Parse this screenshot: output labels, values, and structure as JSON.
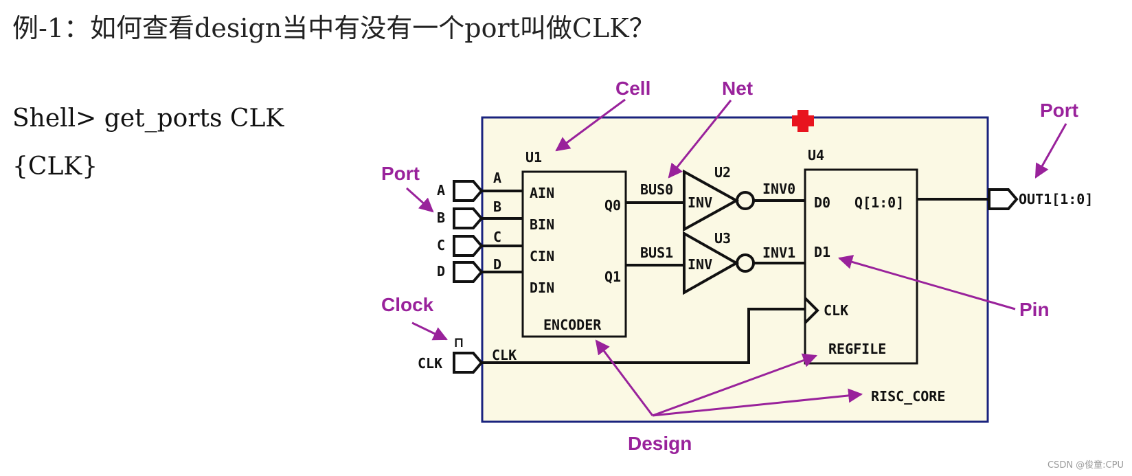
{
  "heading": "例-1：如何查看design当中有没有一个port叫做CLK？",
  "command": "Shell> get_ports CLK",
  "result": "{CLK}",
  "watermark": "CSDN @俊童:CPU",
  "colors": {
    "annotation": "#99229b",
    "background_fill": "#fbf9e4",
    "outline": "#1a237e"
  },
  "diagram": {
    "design_name": "RISC_CORE",
    "input_ports": [
      "A",
      "B",
      "C",
      "D"
    ],
    "input_nets": [
      "A",
      "B",
      "C",
      "D"
    ],
    "clock_port": "CLK",
    "clock_net": "CLK",
    "output_port": "OUT1[1:0]",
    "u1": {
      "name": "U1",
      "type": "ENCODER",
      "pins_in": [
        "AIN",
        "BIN",
        "CIN",
        "DIN"
      ],
      "pins_out": [
        "Q0",
        "Q1"
      ]
    },
    "u2": {
      "name": "U2",
      "type": "INV"
    },
    "u3": {
      "name": "U3",
      "type": "INV"
    },
    "u4": {
      "name": "U4",
      "type": "REGFILE",
      "pins": [
        "D0",
        "D1",
        "CLK",
        "Q[1:0]"
      ]
    },
    "nets": [
      "BUS0",
      "BUS1",
      "INV0",
      "INV1"
    ],
    "annotations": {
      "cell": "Cell",
      "net": "Net",
      "port_in": "Port",
      "port_out": "Port",
      "clock": "Clock",
      "pin": "Pin",
      "design": "Design"
    }
  }
}
